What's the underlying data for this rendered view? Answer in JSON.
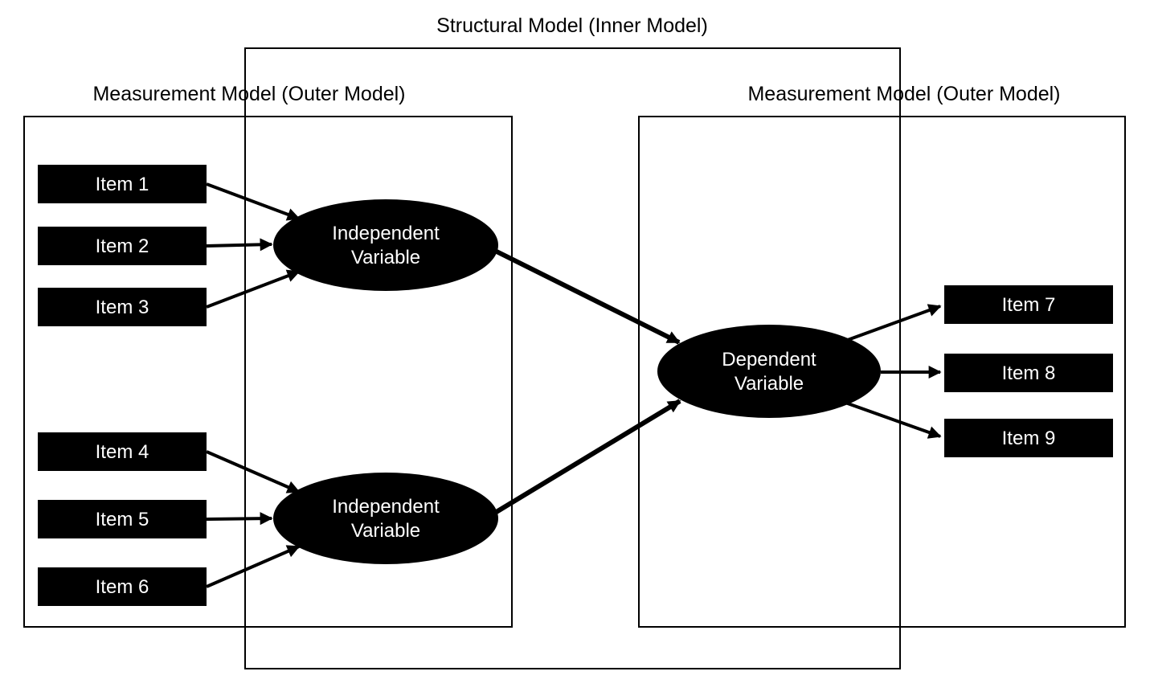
{
  "diagram": {
    "titles": {
      "structural": "Structural Model (Inner Model)",
      "measurement_left": "Measurement Model (Outer Model)",
      "measurement_right": "Measurement Model (Outer Model)"
    },
    "constructs": {
      "independent_top": {
        "line1": "Independent",
        "line2": "Variable"
      },
      "independent_bottom": {
        "line1": "Independent",
        "line2": "Variable"
      },
      "dependent": {
        "line1": "Dependent",
        "line2": "Variable"
      }
    },
    "items_left": [
      "Item 1",
      "Item 2",
      "Item 3",
      "Item 4",
      "Item 5",
      "Item 6"
    ],
    "items_right": [
      "Item 7",
      "Item 8",
      "Item 9"
    ],
    "colors": {
      "node_fill": "#000000",
      "node_text": "#ffffff",
      "box_stroke": "#000000",
      "arrow": "#000000",
      "background": "#ffffff"
    }
  }
}
